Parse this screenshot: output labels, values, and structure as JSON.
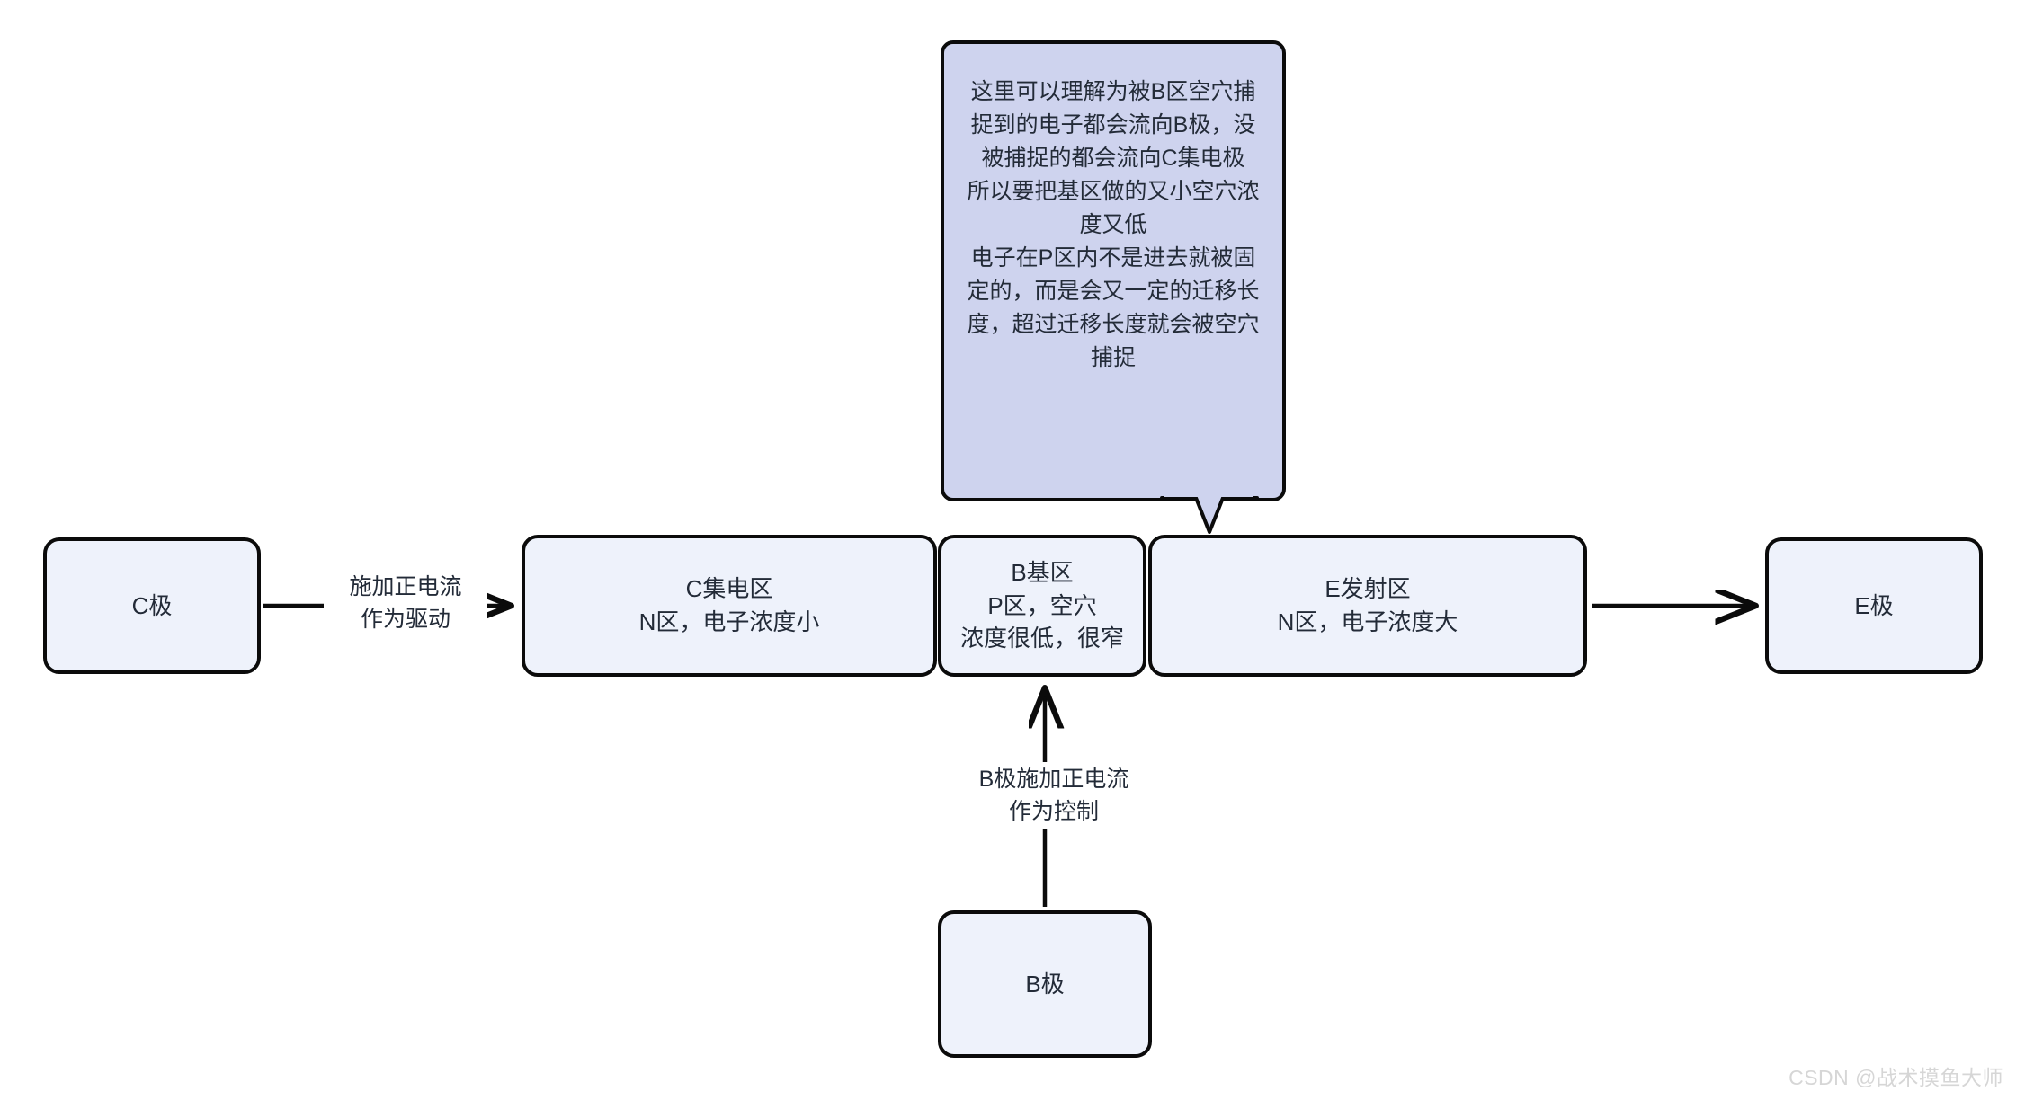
{
  "diagram": {
    "title": "BJT transistor region flow diagram",
    "colors": {
      "node_fill": "#eef2fb",
      "node_border": "#0b0b0b",
      "callout_fill": "#ced3ee",
      "text": "#232b38",
      "background": "#ffffff",
      "watermark": "#d6d6d6"
    },
    "nodes": [
      {
        "id": "c-pole",
        "lines": [
          "C极"
        ]
      },
      {
        "id": "collector-region",
        "lines": [
          "C集电区",
          "N区，电子浓度小"
        ]
      },
      {
        "id": "base-region",
        "lines": [
          "B基区",
          "P区，空穴",
          "浓度很低，很窄"
        ]
      },
      {
        "id": "emitter-region",
        "lines": [
          "E发射区",
          "N区，电子浓度大"
        ]
      },
      {
        "id": "e-pole",
        "lines": [
          "E极"
        ]
      },
      {
        "id": "b-pole",
        "lines": [
          "B极"
        ]
      }
    ],
    "edges": [
      {
        "id": "c-pole-to-collector",
        "label_lines": [
          "施加正电流",
          "作为驱动"
        ],
        "direction": "right"
      },
      {
        "id": "emitter-to-e-pole",
        "label_lines": [],
        "direction": "right"
      },
      {
        "id": "b-pole-to-base",
        "label_lines": [
          "B极施加正电流",
          "作为控制"
        ],
        "direction": "up"
      }
    ],
    "callout": {
      "id": "base-capture-note",
      "anchor": "emitter-region",
      "lines": [
        "这里可以理解为被B区空穴捕",
        "捉到的电子都会流向B极，没",
        "被捕捉的都会流向C集电极",
        "所以要把基区做的又小空穴浓",
        "度又低",
        "电子在P区内不是进去就被固",
        "定的，而是会又一定的迁移长",
        "度，超过迁移长度就会被空穴",
        "捕捉"
      ]
    },
    "watermark": "CSDN @战术摸鱼大师"
  }
}
